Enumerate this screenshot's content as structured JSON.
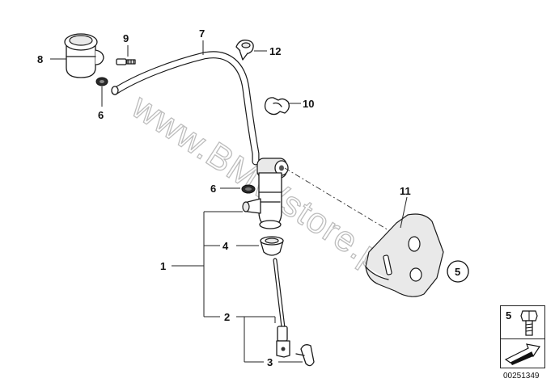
{
  "diagram": {
    "watermark": "www.BMWstore.pl",
    "callouts": {
      "c1": "1",
      "c2": "2",
      "c3": "3",
      "c4": "4",
      "c5": "5",
      "c6a": "6",
      "c6b": "6",
      "c7": "7",
      "c8": "8",
      "c9": "9",
      "c10": "10",
      "c11": "11",
      "c12": "12"
    },
    "legend": {
      "number": "5",
      "icon": "bolt-icon",
      "arrow_icon": "arrow-right-icon"
    },
    "diagram_code": "00251349"
  }
}
